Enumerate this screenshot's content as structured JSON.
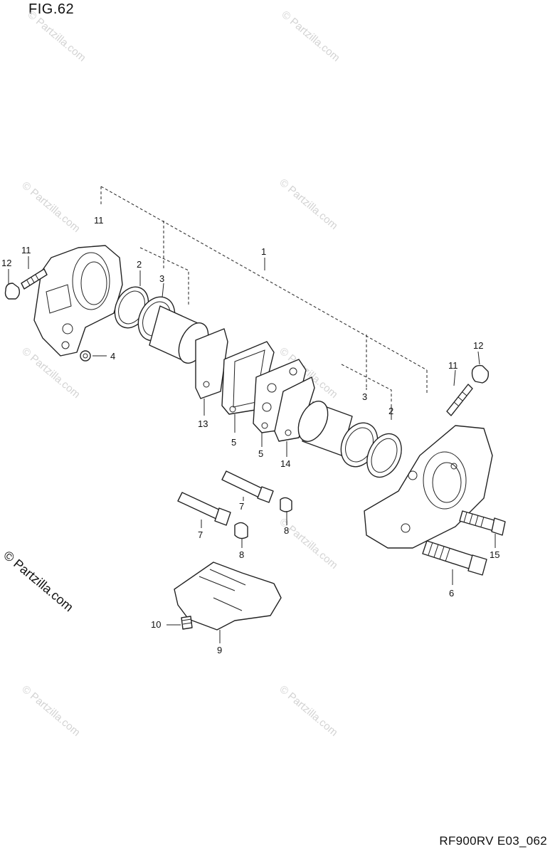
{
  "figure": {
    "title": "FIG.62",
    "ref_code": "RF900RV E03_062"
  },
  "copyright": "© Partzilla.com",
  "watermark": "© Partzilla.com",
  "callouts": [
    "11",
    "11",
    "12",
    "2",
    "3",
    "1",
    "4",
    "13",
    "5",
    "5",
    "14",
    "3",
    "2",
    "11",
    "12",
    "7",
    "7",
    "8",
    "8",
    "15",
    "6",
    "10",
    "9"
  ]
}
